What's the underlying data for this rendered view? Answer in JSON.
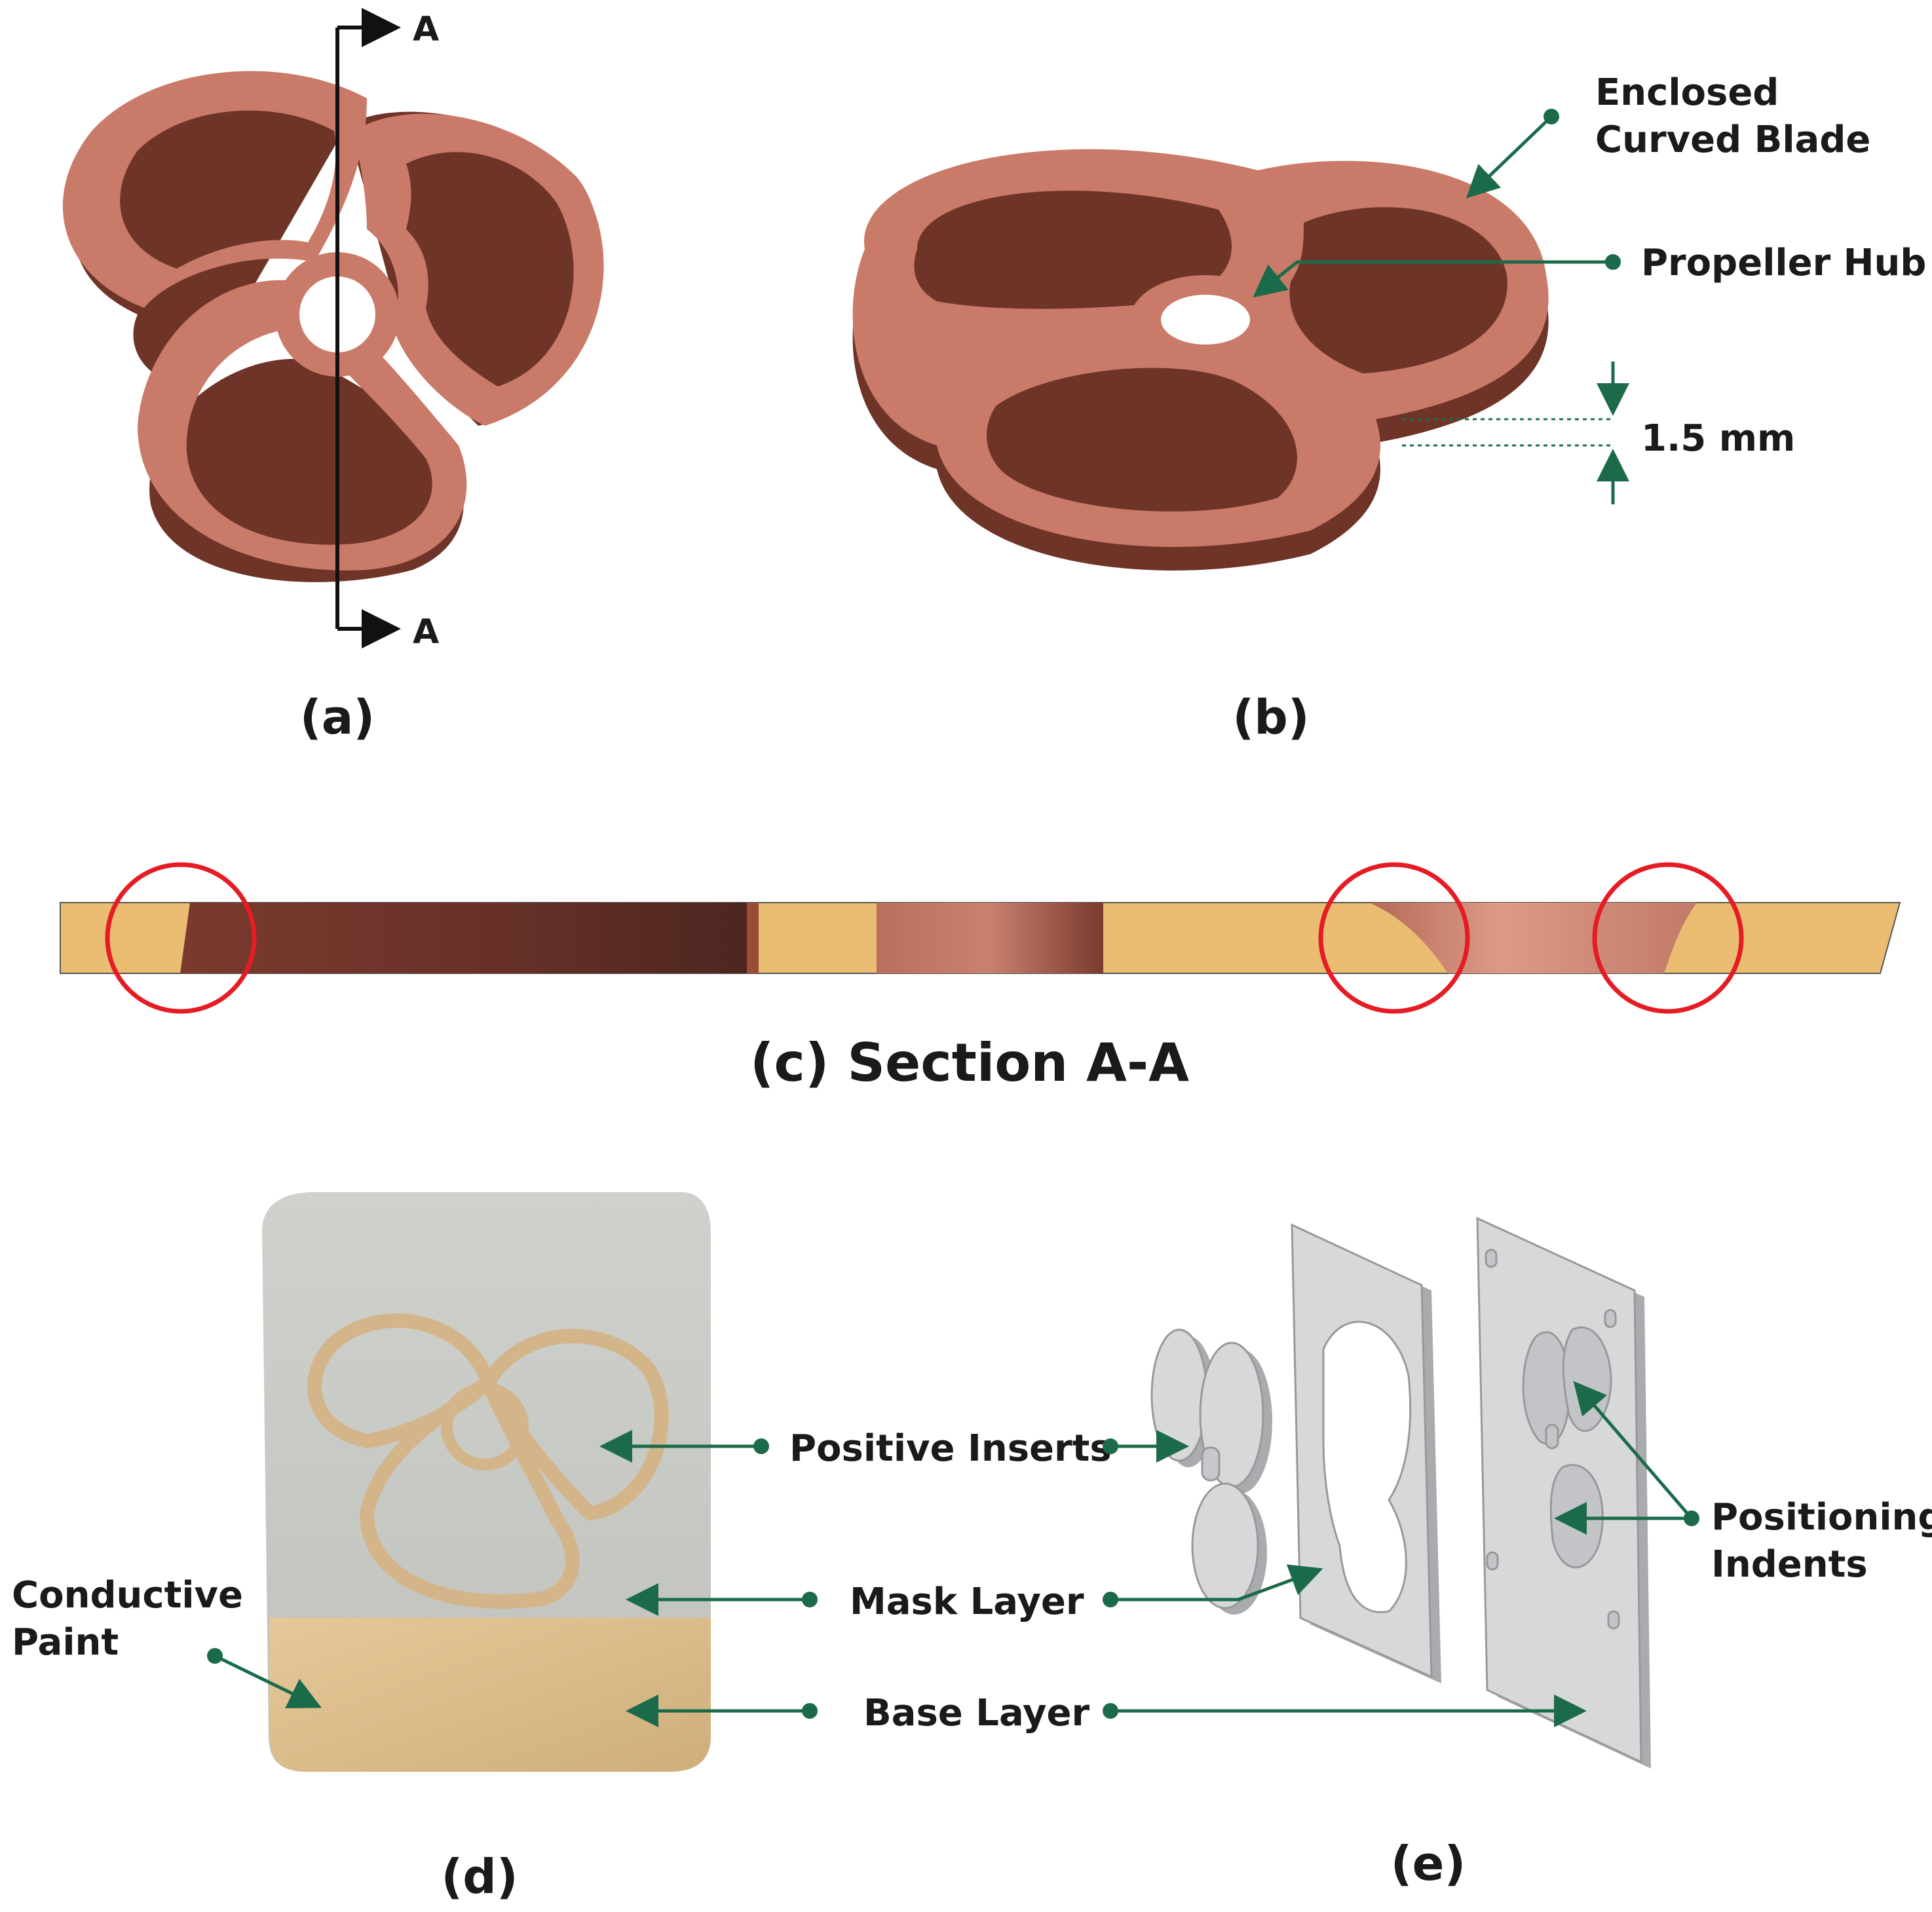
{
  "colors": {
    "copper": "#c97a68",
    "copper_dark": "#7a3a2e",
    "section_tan": "#ebbd72",
    "highlight_ring": "#e51c23",
    "annotation_green": "#1b6b4a",
    "mold_gray": "#c9cbc6",
    "paint_gold": "#d9b98a",
    "part_gray": "#d7d8da"
  },
  "panel_a": {
    "caption": "(a)",
    "section_mark_top": "A",
    "section_mark_bottom": "A"
  },
  "panel_b": {
    "caption": "(b)",
    "label_blade_line1": "Enclosed",
    "label_blade_line2": "Curved Blade",
    "label_hub": "Propeller Hub",
    "thickness": "1.5 mm"
  },
  "panel_c": {
    "caption": "(c) Section A-A"
  },
  "panel_d": {
    "caption": "(d)",
    "label_paint_line1": "Conductive",
    "label_paint_line2": "Paint"
  },
  "panel_e": {
    "caption": "(e)",
    "label_positioning_line1": "Positioning",
    "label_positioning_line2": "Indents"
  },
  "shared_labels": {
    "positive_inserts": "Positive Inserts",
    "mask_layer": "Mask Layer",
    "base_layer": "Base Layer"
  }
}
